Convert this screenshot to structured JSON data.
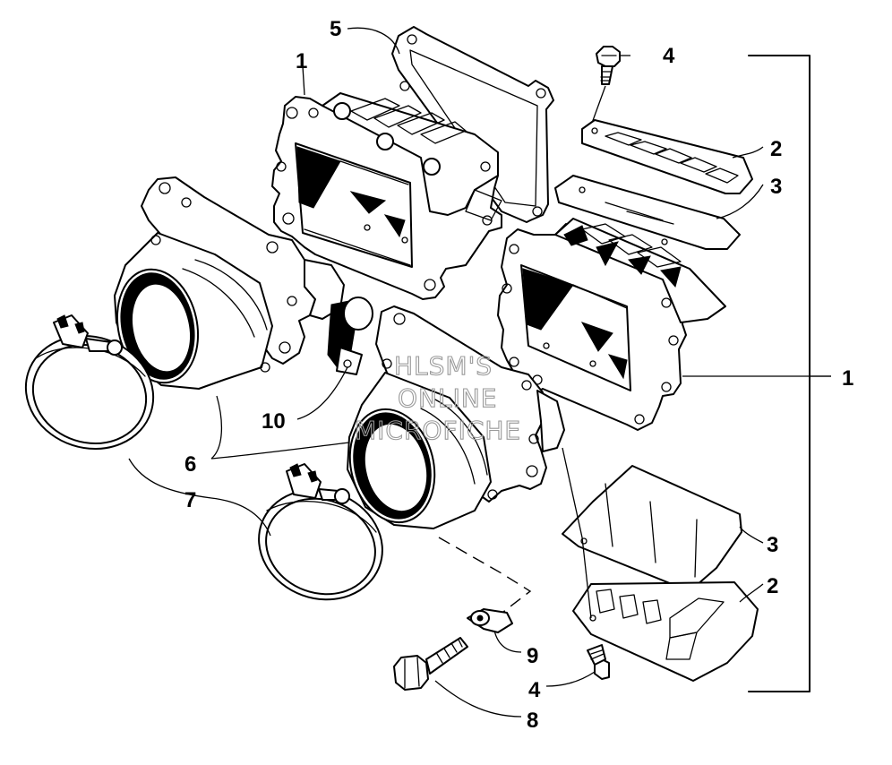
{
  "callouts": {
    "c5": "5",
    "c1_top": "1",
    "c4_top": "4",
    "c2_top": "2",
    "c3_top": "3",
    "c1_right": "1",
    "c10": "10",
    "c6": "6",
    "c7": "7",
    "c3_bottom": "3",
    "c2_bottom": "2",
    "c9": "9",
    "c4_bottom": "4",
    "c8": "8"
  },
  "watermark": {
    "line1": "HLSM'S",
    "line2": "ONLINE",
    "line3": "MICROFICHE"
  }
}
